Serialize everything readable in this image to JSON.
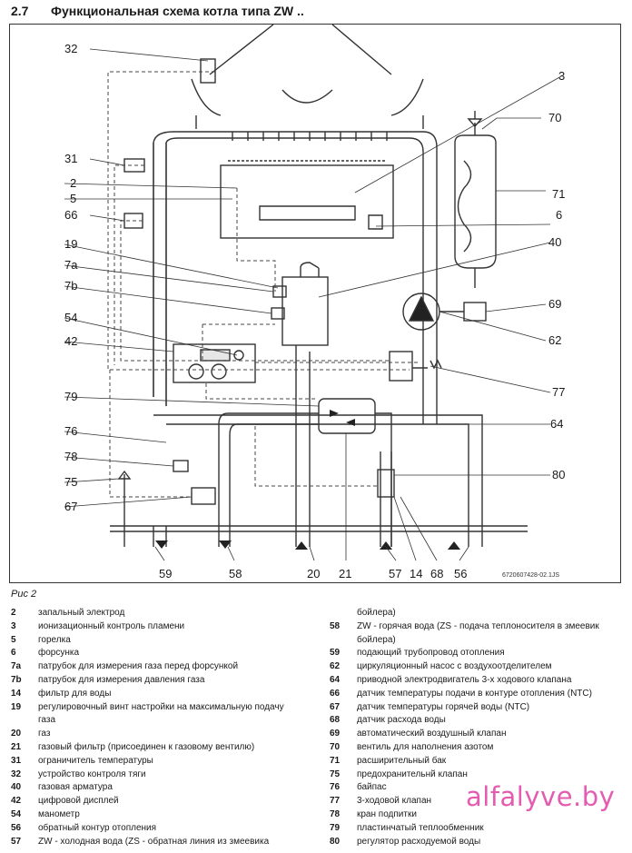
{
  "header": {
    "section": "2.7",
    "title": "Функциональная схема котла типа ZW .."
  },
  "figure": {
    "caption": "Рис 2",
    "code": "6720607428-02.1JS",
    "callouts": {
      "c32": "32",
      "c3": "3",
      "c70": "70",
      "c31": "31",
      "c2": "2",
      "c5": "5",
      "c66": "66",
      "c71": "71",
      "c6": "6",
      "c19": "19",
      "c40": "40",
      "c7a": "7a",
      "c7b": "7b",
      "c69": "69",
      "c54": "54",
      "c62": "62",
      "c42": "42",
      "c77": "77",
      "c79": "79",
      "c64": "64",
      "c76": "76",
      "c78": "78",
      "c80": "80",
      "c75": "75",
      "c67": "67"
    },
    "bottom_labels": {
      "b59": "59",
      "b58": "58",
      "b20": "20",
      "b21": "21",
      "b57": "57",
      "b14": "14",
      "b68": "68",
      "b56": "56"
    }
  },
  "legend_left": [
    {
      "k": "2",
      "v": "запальный электрод"
    },
    {
      "k": "3",
      "v": "ионизационный контроль пламени"
    },
    {
      "k": "5",
      "v": "горелка"
    },
    {
      "k": "6",
      "v": "форсунка"
    },
    {
      "k": "7a",
      "v": "патрубок для измерения газа перед форсункой"
    },
    {
      "k": "7b",
      "v": "патрубок для измерения давления газа"
    },
    {
      "k": "14",
      "v": "фильтр для воды"
    },
    {
      "k": "19",
      "v": "регулировочный винт настройки на максимальную подачу"
    },
    {
      "k": "",
      "v": "газа"
    },
    {
      "k": "20",
      "v": "газ"
    },
    {
      "k": "21",
      "v": "газовый фильтр (присоединен к газовому вентилю)"
    },
    {
      "k": "31",
      "v": "ограничитель температуры"
    },
    {
      "k": "32",
      "v": "устройство контроля тяги"
    },
    {
      "k": "40",
      "v": "газовая арматура"
    },
    {
      "k": "42",
      "v": "цифровой дисплей"
    },
    {
      "k": "54",
      "v": "манометр"
    },
    {
      "k": "56",
      "v": "обратный контур отопления"
    },
    {
      "k": "57",
      "v": "ZW - холодная вода (ZS - обратная линия из змеевика"
    }
  ],
  "legend_right": [
    {
      "k": "",
      "v": "бойлера)"
    },
    {
      "k": "58",
      "v": "ZW - горячая вода (ZS - подача теплоносителя в змеевик"
    },
    {
      "k": "",
      "v": "бойлера)"
    },
    {
      "k": "59",
      "v": "подающий трубопровод отопления"
    },
    {
      "k": "62",
      "v": "циркуляционный насос с воздухоотделителем"
    },
    {
      "k": "64",
      "v": "приводной электродвигатель 3-х ходового клапана"
    },
    {
      "k": "66",
      "v": "датчик температуры подачи в контуре отопления (NTC)"
    },
    {
      "k": "67",
      "v": "датчик температуры горячей воды (NTC)"
    },
    {
      "k": "68",
      "v": "датчик расхода воды"
    },
    {
      "k": "69",
      "v": "автоматический воздушный клапан"
    },
    {
      "k": "70",
      "v": "вентиль для наполнения азотом"
    },
    {
      "k": "71",
      "v": "расширительный бак"
    },
    {
      "k": "75",
      "v": "предохранительнй клапан"
    },
    {
      "k": "76",
      "v": "байпас"
    },
    {
      "k": "77",
      "v": "3-ходовой клапан"
    },
    {
      "k": "78",
      "v": "кран подпитки"
    },
    {
      "k": "79",
      "v": "пластинчатый теплообменник"
    },
    {
      "k": "80",
      "v": "регулятор расходуемой воды"
    }
  ],
  "watermark": "alfalyve.by",
  "colors": {
    "line": "#333333",
    "accent_watermark": "#e45bb2",
    "fill_light": "#e6e6e6"
  }
}
